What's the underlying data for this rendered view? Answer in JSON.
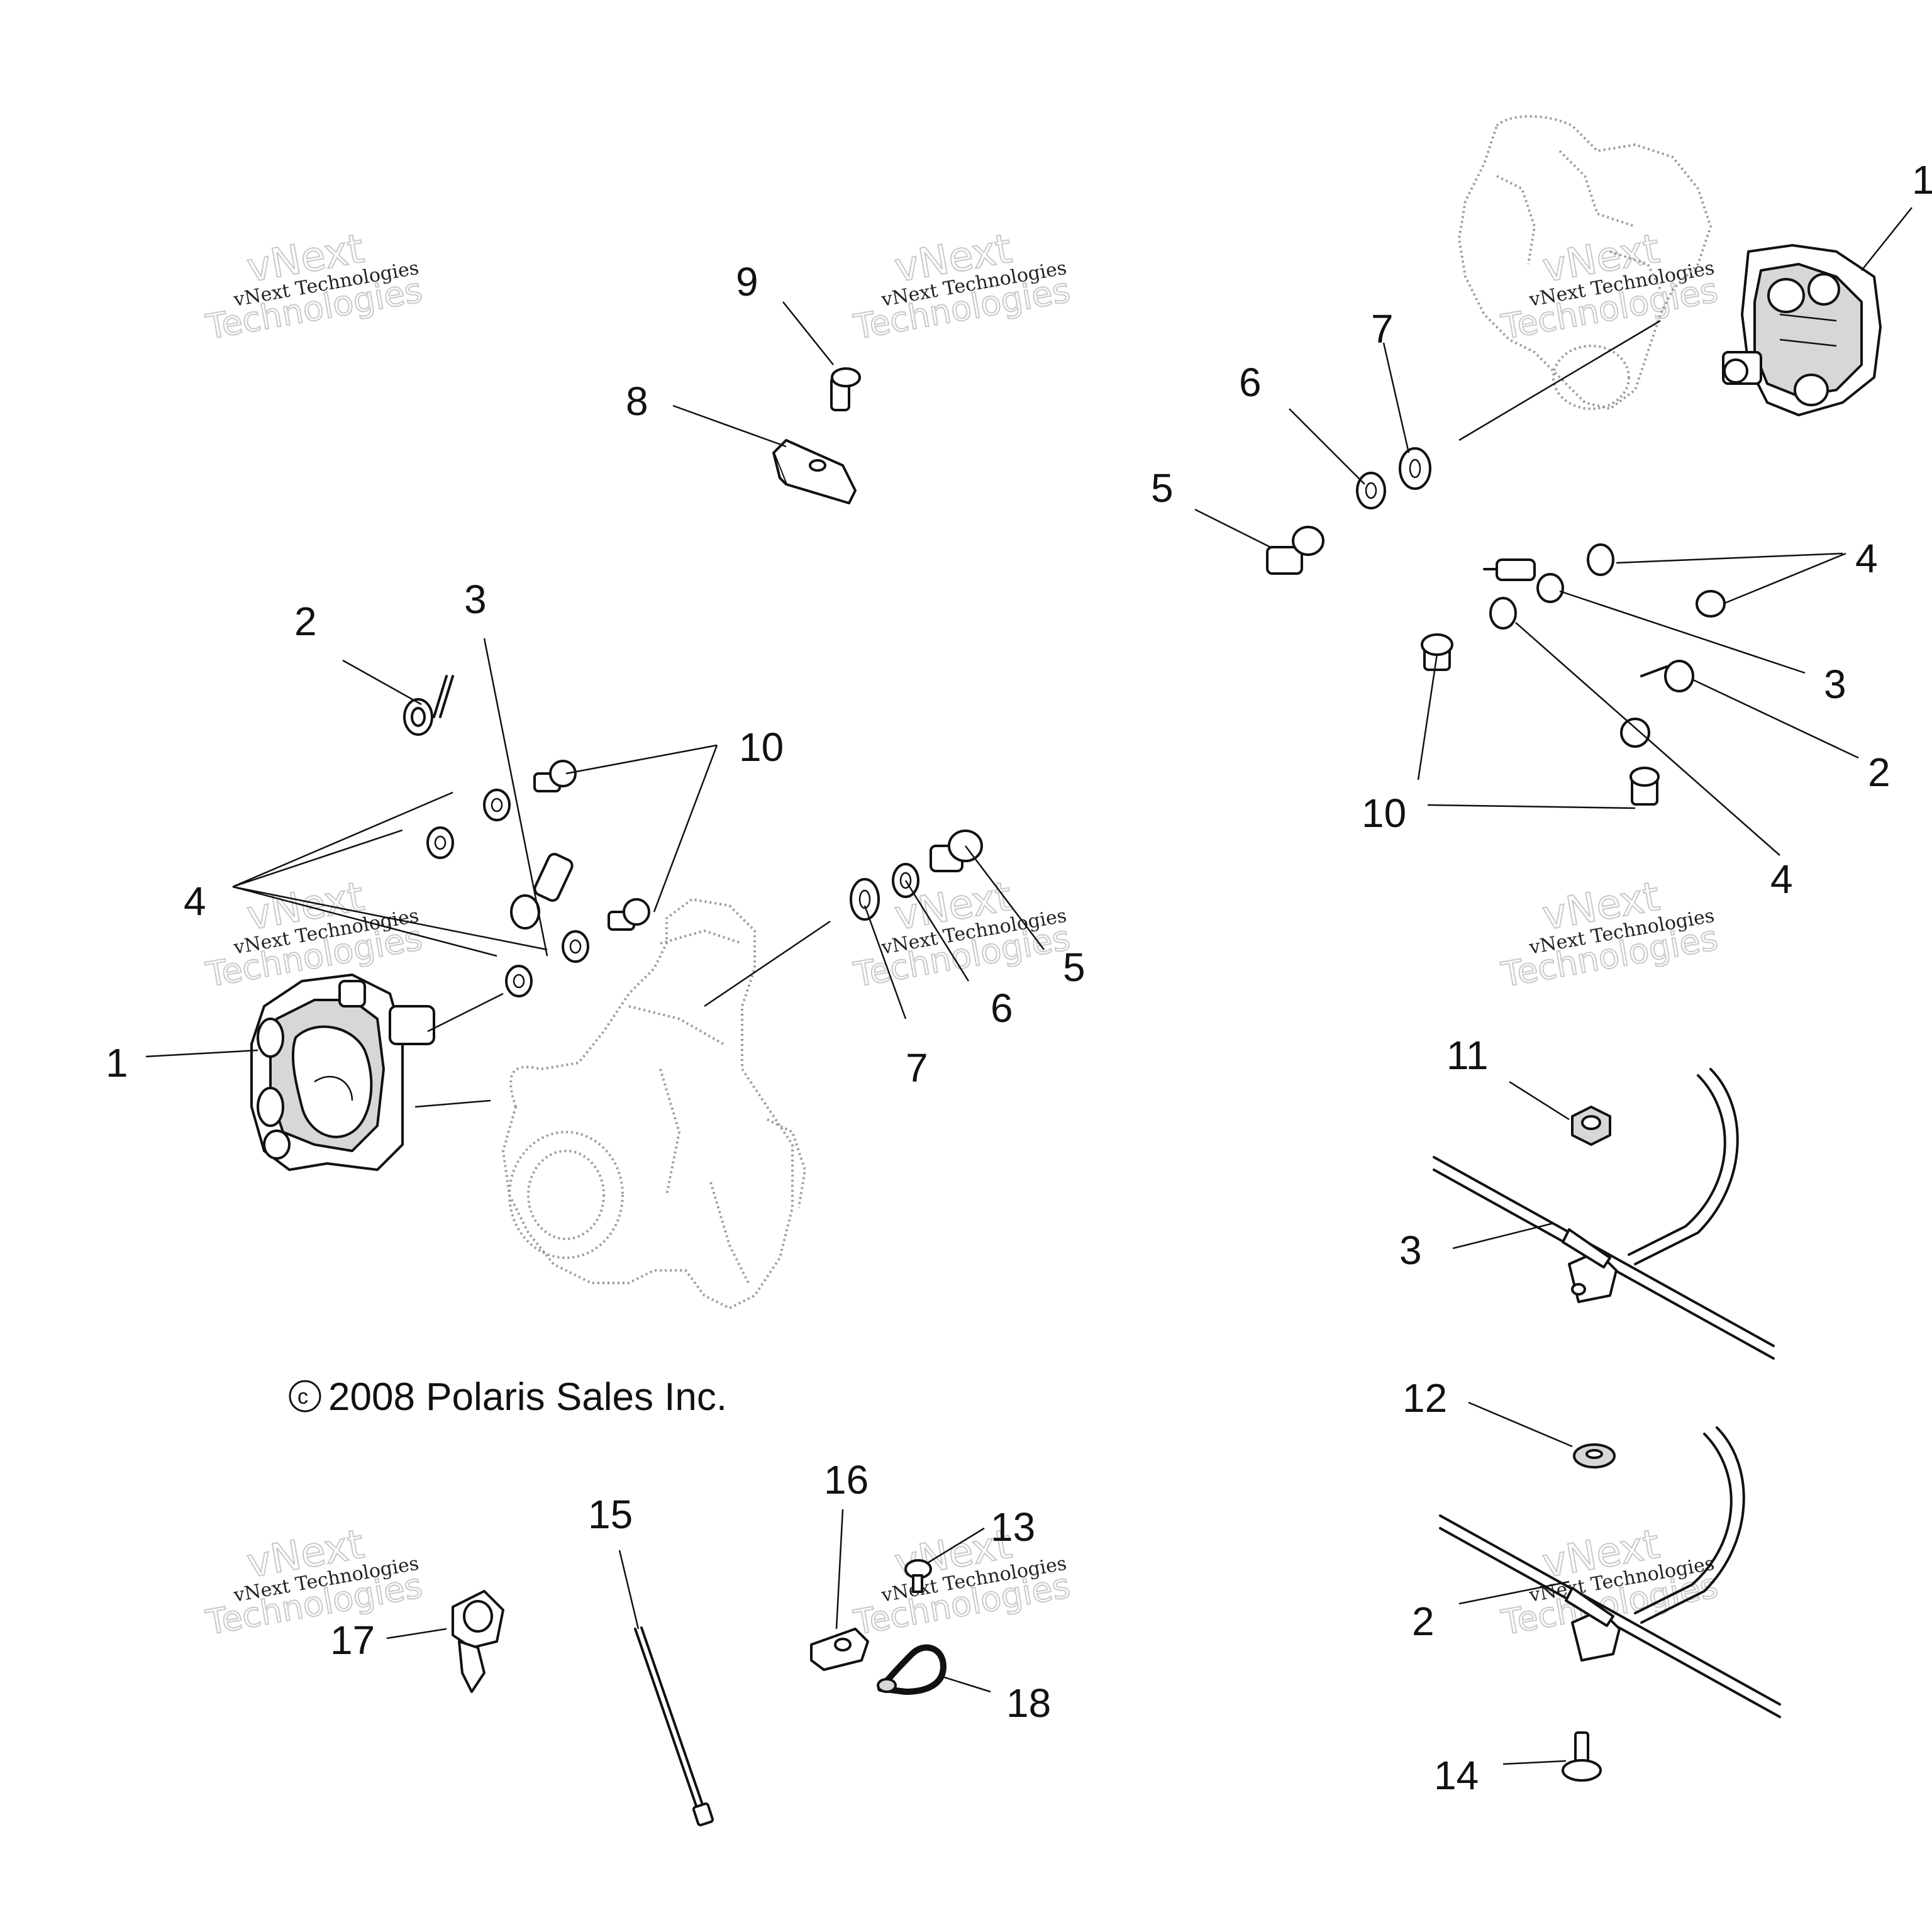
{
  "diagram": {
    "copyright": "2008 Polaris Sales Inc.",
    "copyright_symbol": "c",
    "watermark": {
      "line1": "vNext Technologies",
      "line2": "vNext",
      "line3": "Technologies"
    },
    "callouts": {
      "l1": "1",
      "l2": "2",
      "l3": "3",
      "l4": "4",
      "l5": "5",
      "l6": "6",
      "l7": "7",
      "l8": "8",
      "l9": "9",
      "l10": "10",
      "r1": "1",
      "r2": "2",
      "r3": "3",
      "r4a": "4",
      "r4b": "4",
      "r5": "5",
      "r6": "6",
      "r7": "7",
      "r10": "10",
      "c11": "11",
      "c3": "3",
      "c12": "12",
      "c2": "2",
      "c14": "14",
      "b13": "13",
      "b15": "15",
      "b16": "16",
      "b17": "17",
      "b18": "18"
    }
  }
}
